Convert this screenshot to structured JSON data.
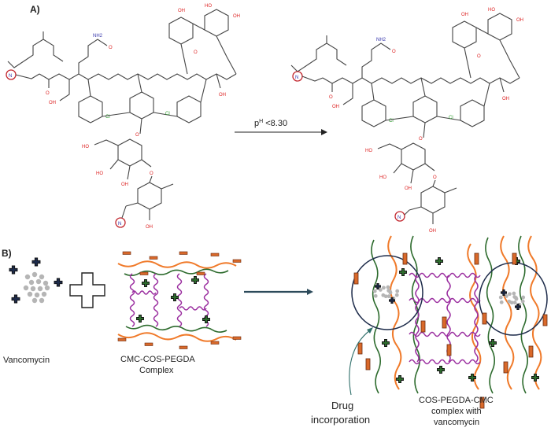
{
  "panel_a": {
    "label": "A)",
    "arrow_condition": "pH <8.30",
    "arrow_condition_prefix": "p",
    "arrow_condition_sup": "H",
    "arrow_condition_suffix": " <8.30",
    "atom_labels": {
      "o": "O",
      "oh": "OH",
      "ho": "HO",
      "nh": "N",
      "h": "H",
      "cl": "Cl",
      "nh2": "NH2"
    }
  },
  "panel_b": {
    "label": "B)",
    "vancomycin_label": "Vancomycin",
    "complex_label_1": "CMC-COS-PEGDA",
    "complex_label_2": "Complex",
    "drug_label_1": "Drug",
    "drug_label_2": "incorporation",
    "result_label_1": "COS-PEGDA-CMC",
    "result_label_2": "complex with",
    "result_label_3": "vancomycin"
  },
  "colors": {
    "orange": "#f07a2a",
    "green": "#2d6b2d",
    "purple": "#9b2fa0",
    "navy": "#1d2b4a",
    "dot": "#b5b5b5",
    "rect_fill": "#d9692a",
    "rect_stroke": "#6a2a10",
    "teal": "#2f6f6a",
    "red_circle": "#c2262e",
    "arrow_dark": "#2c4a5a"
  }
}
